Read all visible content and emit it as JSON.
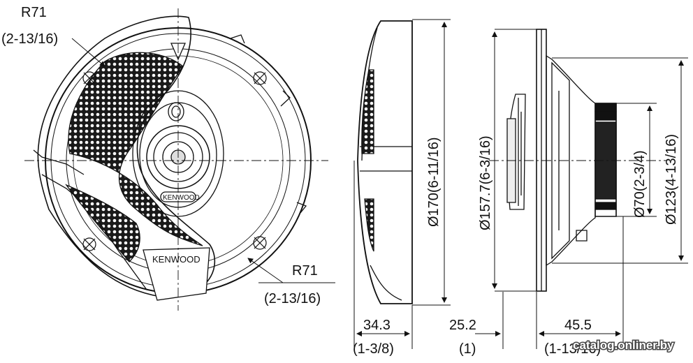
{
  "front_view": {
    "radius_top": "R71",
    "radius_top_inch": "(2-13/16)",
    "radius_bottom": "R71",
    "radius_bottom_inch": "(2-13/16)",
    "brand_small": "KENWOOD",
    "brand_large": "KENWOOD"
  },
  "side_view": {
    "height": "Ø170(6-11/16)",
    "depth": "34.3",
    "depth_inch": "(1-3/8)"
  },
  "profile_view": {
    "mount_diameter": "Ø157.7(6-3/16)",
    "magnet_diameter": "Ø70(2-3/4)",
    "basket_diameter": "Ø123(4-13/16)",
    "flange_offset": "25.2",
    "flange_offset_inch": "(1)",
    "mount_depth": "45.5",
    "mount_depth_inch": "(1-13/16)"
  },
  "watermark": "catalog.onliner.by"
}
